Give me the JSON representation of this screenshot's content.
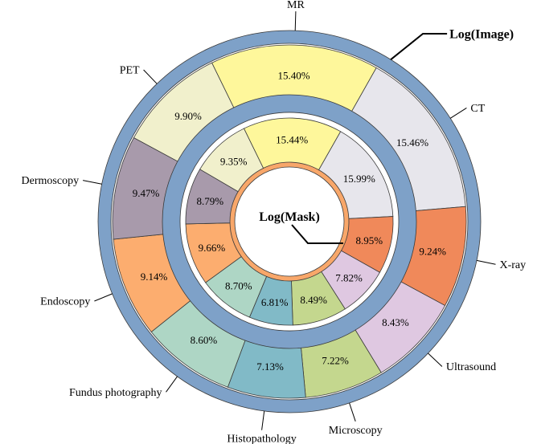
{
  "chart_data": {
    "type": "pie",
    "variant": "nested-donut",
    "series": [
      {
        "name": "Log(Image)",
        "categories": [
          "MR",
          "CT",
          "X-ray",
          "Ultrasound",
          "Microscopy",
          "Histopathology",
          "Fundus photography",
          "Endoscopy",
          "Dermoscopy",
          "PET"
        ],
        "values": [
          15.4,
          15.46,
          9.24,
          8.43,
          7.22,
          7.13,
          8.6,
          9.14,
          9.47,
          9.9
        ],
        "labels": [
          "15.40%",
          "15.46%",
          "9.24%",
          "8.43%",
          "7.22%",
          "7.13%",
          "8.60%",
          "9.14%",
          "9.47%",
          "9.90%"
        ]
      },
      {
        "name": "Log(Mask)",
        "categories": [
          "MR",
          "CT",
          "X-ray",
          "Ultrasound",
          "Microscopy",
          "Histopathology",
          "Fundus photography",
          "Endoscopy",
          "Dermoscopy",
          "PET"
        ],
        "values": [
          15.44,
          15.99,
          8.95,
          7.82,
          8.49,
          6.81,
          8.7,
          9.66,
          8.79,
          9.35
        ],
        "labels": [
          "15.44%",
          "15.99%",
          "8.95%",
          "7.82%",
          "8.49%",
          "6.81%",
          "8.70%",
          "9.66%",
          "8.79%",
          "9.35%"
        ]
      }
    ],
    "category_colors": [
      "#fef79b",
      "#e7e6ec",
      "#f0895a",
      "#dfc8e1",
      "#c4d78e",
      "#81bac7",
      "#aed6c5",
      "#fcad6f",
      "#a89aab",
      "#f1f0cc"
    ],
    "ring_colors": {
      "outer": "#7ea1c8",
      "inner": "#f8a76a"
    },
    "start_angle_deg": -26
  }
}
